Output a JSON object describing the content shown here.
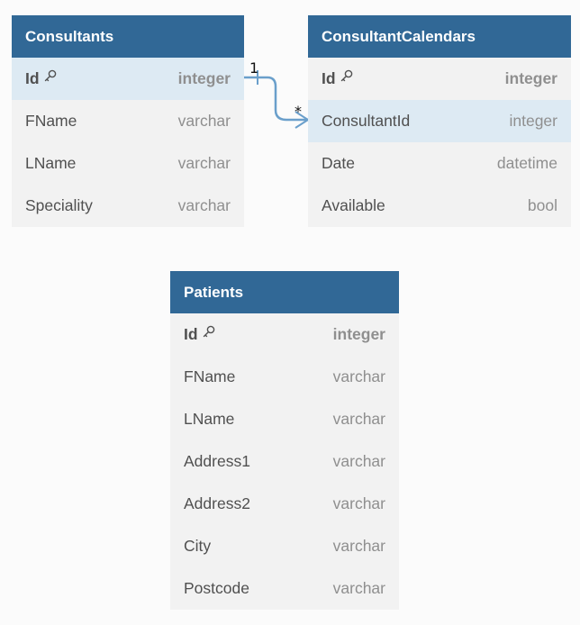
{
  "tables": {
    "consultants": {
      "title": "Consultants",
      "columns": [
        {
          "name": "Id",
          "type": "integer",
          "pk": true
        },
        {
          "name": "FName",
          "type": "varchar"
        },
        {
          "name": "LName",
          "type": "varchar"
        },
        {
          "name": "Speciality",
          "type": "varchar"
        }
      ]
    },
    "consultant_calendars": {
      "title": "ConsultantCalendars",
      "columns": [
        {
          "name": "Id",
          "type": "integer",
          "pk": true
        },
        {
          "name": "ConsultantId",
          "type": "integer"
        },
        {
          "name": "Date",
          "type": "datetime"
        },
        {
          "name": "Available",
          "type": "bool"
        }
      ]
    },
    "patients": {
      "title": "Patients",
      "columns": [
        {
          "name": "Id",
          "type": "integer",
          "pk": true
        },
        {
          "name": "FName",
          "type": "varchar"
        },
        {
          "name": "LName",
          "type": "varchar"
        },
        {
          "name": "Address1",
          "type": "varchar"
        },
        {
          "name": "Address2",
          "type": "varchar"
        },
        {
          "name": "City",
          "type": "varchar"
        },
        {
          "name": "Postcode",
          "type": "varchar"
        }
      ]
    }
  },
  "relationship": {
    "from": "Consultants.Id",
    "to": "ConsultantCalendars.ConsultantId",
    "from_cardinality": "1",
    "to_cardinality": "*"
  },
  "colors": {
    "header": "#316896",
    "highlight_row": "#ddeaf3",
    "connector": "#6a9fcb"
  },
  "icons": {
    "primary_key": "key-icon"
  }
}
